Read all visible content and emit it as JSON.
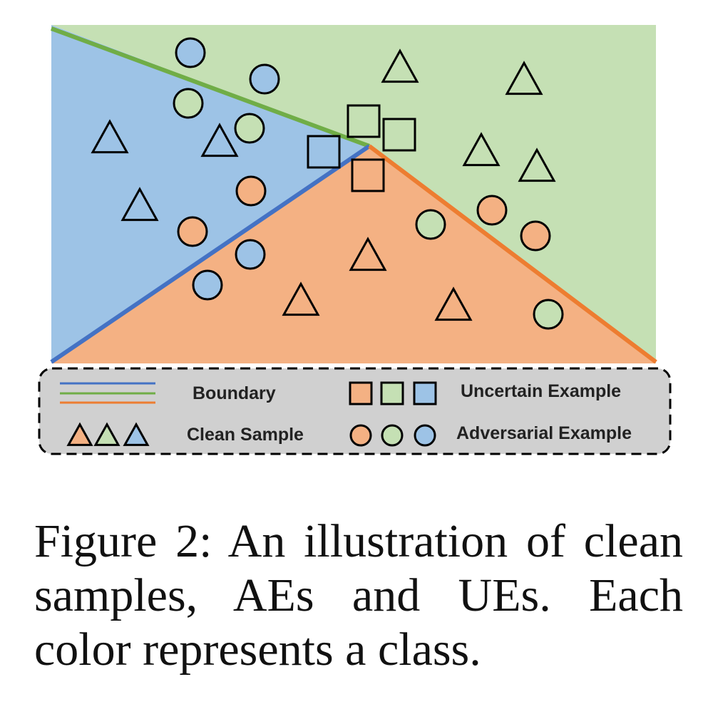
{
  "colors": {
    "blue_region": "#9dc3e6",
    "green_region": "#c5e0b4",
    "orange_region": "#f4b183",
    "blue_line": "#4472c4",
    "green_line": "#70ad47",
    "orange_line": "#ed7d31",
    "legend_bg": "#d0d0d0",
    "stroke": "#000000"
  },
  "legend": {
    "boundary_label": "Boundary",
    "uncertain_label": "Uncertain Example",
    "clean_label": "Clean Sample",
    "adversarial_label": "Adversarial Example"
  },
  "caption": "Figure 2: An illustration of clean samples, AEs and UEs. Each color represents a class.",
  "samples": {
    "clean_triangles": [
      "blue",
      "blue",
      "blue",
      "green",
      "green",
      "green",
      "green",
      "orange",
      "orange",
      "orange"
    ],
    "adversarial_circles": [
      "blue",
      "blue",
      "blue",
      "blue",
      "green",
      "green",
      "green",
      "green",
      "orange",
      "orange",
      "orange",
      "orange",
      "orange"
    ],
    "uncertain_squares": [
      "blue",
      "green",
      "green",
      "orange"
    ]
  }
}
